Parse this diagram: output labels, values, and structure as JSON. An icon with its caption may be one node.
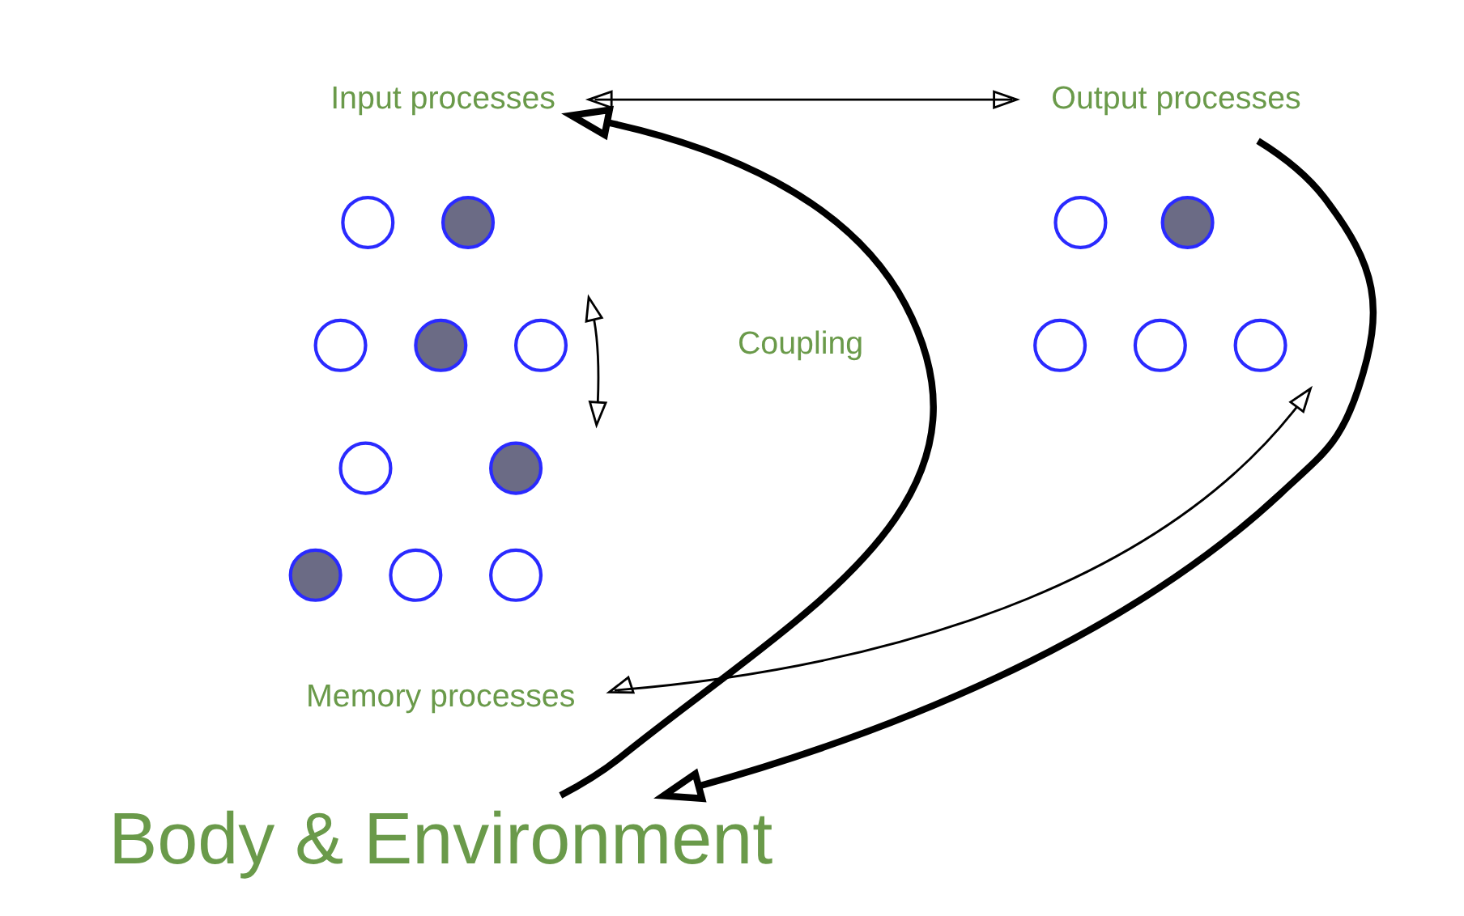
{
  "diagram": {
    "nodes": [
      {
        "text": [
          "Input processes"
        ]
      },
      {
        "text": [],
        "shape": "circle"
      },
      {
        "text": [],
        "shape": "circle"
      },
      {
        "text": [],
        "shape": "circle"
      },
      {
        "text": [],
        "shape": "circle"
      },
      {
        "text": [],
        "shape": "circle"
      },
      {
        "text": [
          "Output processes"
        ]
      },
      {
        "text": [],
        "shape": "circle"
      },
      {
        "text": [],
        "shape": "circle"
      },
      {
        "text": [],
        "shape": "circle"
      },
      {
        "text": [],
        "shape": "circle"
      },
      {
        "text": [],
        "shape": "circle"
      },
      {
        "text": [],
        "shape": "circle"
      },
      {
        "text": [],
        "shape": "circle"
      },
      {
        "text": [],
        "shape": "circle"
      },
      {
        "text": [],
        "shape": "circle"
      },
      {
        "text": [],
        "shape": "circle"
      },
      {
        "text": [
          "Memory processes"
        ]
      },
      {
        "text": [
          "Body & Environment"
        ]
      }
    ],
    "edges": [
      {
        "from": 0,
        "to": 6,
        "arrow": "both"
      },
      {
        "from": 0,
        "to": 17,
        "arrow": "both"
      },
      {
        "from": 6,
        "to": 17,
        "arrow": "both"
      },
      {
        "from": 18,
        "to": 0,
        "arrow": "to",
        "style": "thick"
      },
      {
        "from": 6,
        "to": 18,
        "arrow": "to",
        "style": "thick"
      }
    ],
    "labels": [
      "Coupling"
    ]
  }
}
